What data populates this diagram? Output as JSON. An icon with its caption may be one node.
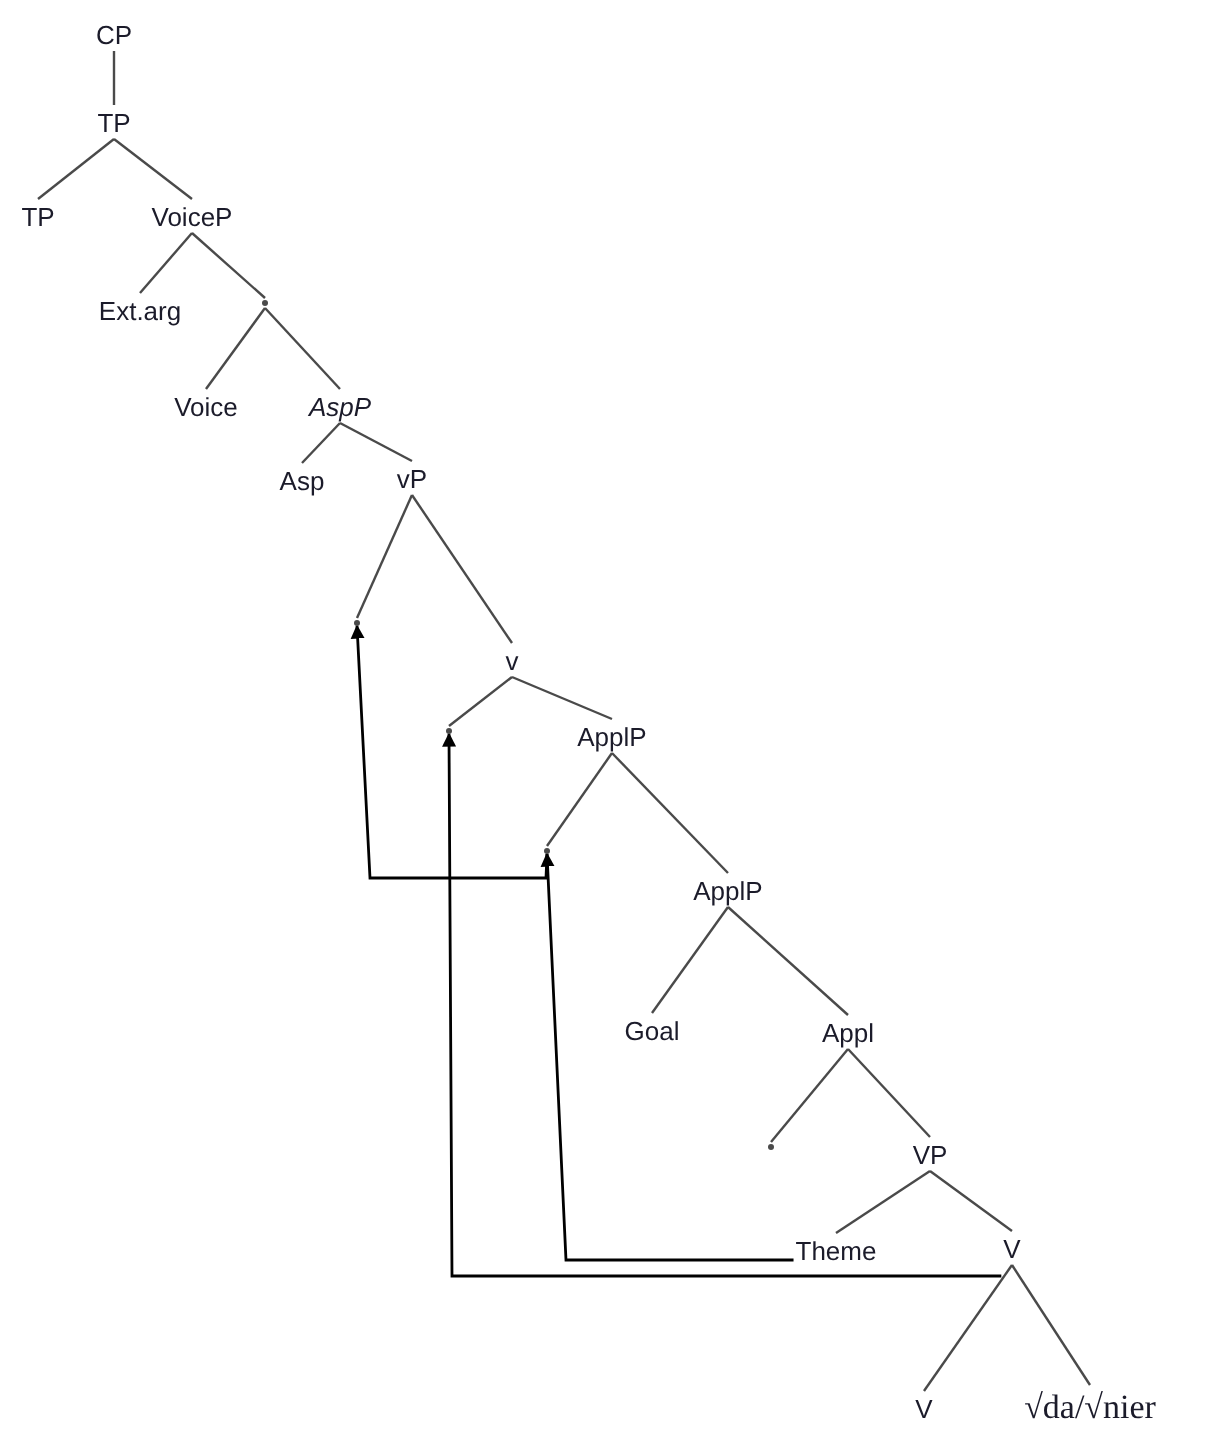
{
  "diagram": {
    "nodes": [
      {
        "text": [
          "CP"
        ]
      },
      {
        "text": [
          "TP"
        ]
      },
      {
        "text": [
          "TP"
        ]
      },
      {
        "text": [
          "VoiceP"
        ]
      },
      {
        "text": [
          "Ext.arg"
        ]
      },
      {
        "text": [],
        "shape": "point"
      },
      {
        "text": [
          "Voice"
        ]
      },
      {
        "text": [
          "AspP"
        ]
      },
      {
        "text": [
          "Asp"
        ]
      },
      {
        "text": [
          "vP"
        ]
      },
      {
        "text": [],
        "shape": "point"
      },
      {
        "text": [
          "v"
        ]
      },
      {
        "text": [],
        "shape": "point"
      },
      {
        "text": [
          "ApplP"
        ]
      },
      {
        "text": [],
        "shape": "point"
      },
      {
        "text": [
          "ApplP"
        ]
      },
      {
        "text": [
          "Goal"
        ]
      },
      {
        "text": [
          "Appl"
        ]
      },
      {
        "text": [],
        "shape": "point"
      },
      {
        "text": [
          "VP"
        ]
      },
      {
        "text": [
          "Theme"
        ]
      },
      {
        "text": [
          "V"
        ]
      },
      {
        "text": [
          "V"
        ]
      },
      {
        "text": [
          "√da/√nier"
        ]
      }
    ],
    "edges": [
      {
        "from": 0,
        "to": 1,
        "arrow": "none"
      },
      {
        "from": 1,
        "to": 2,
        "arrow": "none"
      },
      {
        "from": 1,
        "to": 3,
        "arrow": "none"
      },
      {
        "from": 3,
        "to": 4,
        "arrow": "none"
      },
      {
        "from": 3,
        "to": 5,
        "arrow": "none"
      },
      {
        "from": 5,
        "to": 6,
        "arrow": "none"
      },
      {
        "from": 5,
        "to": 7,
        "arrow": "none"
      },
      {
        "from": 7,
        "to": 8,
        "arrow": "none"
      },
      {
        "from": 7,
        "to": 9,
        "arrow": "none"
      },
      {
        "from": 9,
        "to": 10,
        "arrow": "none"
      },
      {
        "from": 9,
        "to": 11,
        "arrow": "none"
      },
      {
        "from": 11,
        "to": 12,
        "arrow": "none"
      },
      {
        "from": 11,
        "to": 13,
        "arrow": "none"
      },
      {
        "from": 13,
        "to": 14,
        "arrow": "none"
      },
      {
        "from": 13,
        "to": 15,
        "arrow": "none"
      },
      {
        "from": 15,
        "to": 16,
        "arrow": "none"
      },
      {
        "from": 15,
        "to": 17,
        "arrow": "none"
      },
      {
        "from": 17,
        "to": 18,
        "arrow": "none"
      },
      {
        "from": 17,
        "to": 19,
        "arrow": "none"
      },
      {
        "from": 19,
        "to": 20,
        "arrow": "none"
      },
      {
        "from": 19,
        "to": 21,
        "arrow": "none"
      },
      {
        "from": 21,
        "to": 22,
        "arrow": "none"
      },
      {
        "from": 21,
        "to": 23,
        "arrow": "none"
      },
      {
        "from": 20,
        "to": 14,
        "arrow": "to",
        "color": "#000000"
      },
      {
        "from": 21,
        "to": 12,
        "arrow": "to",
        "color": "#000000"
      },
      {
        "from": 14,
        "to": 10,
        "arrow": "to",
        "color": "#000000"
      }
    ]
  }
}
